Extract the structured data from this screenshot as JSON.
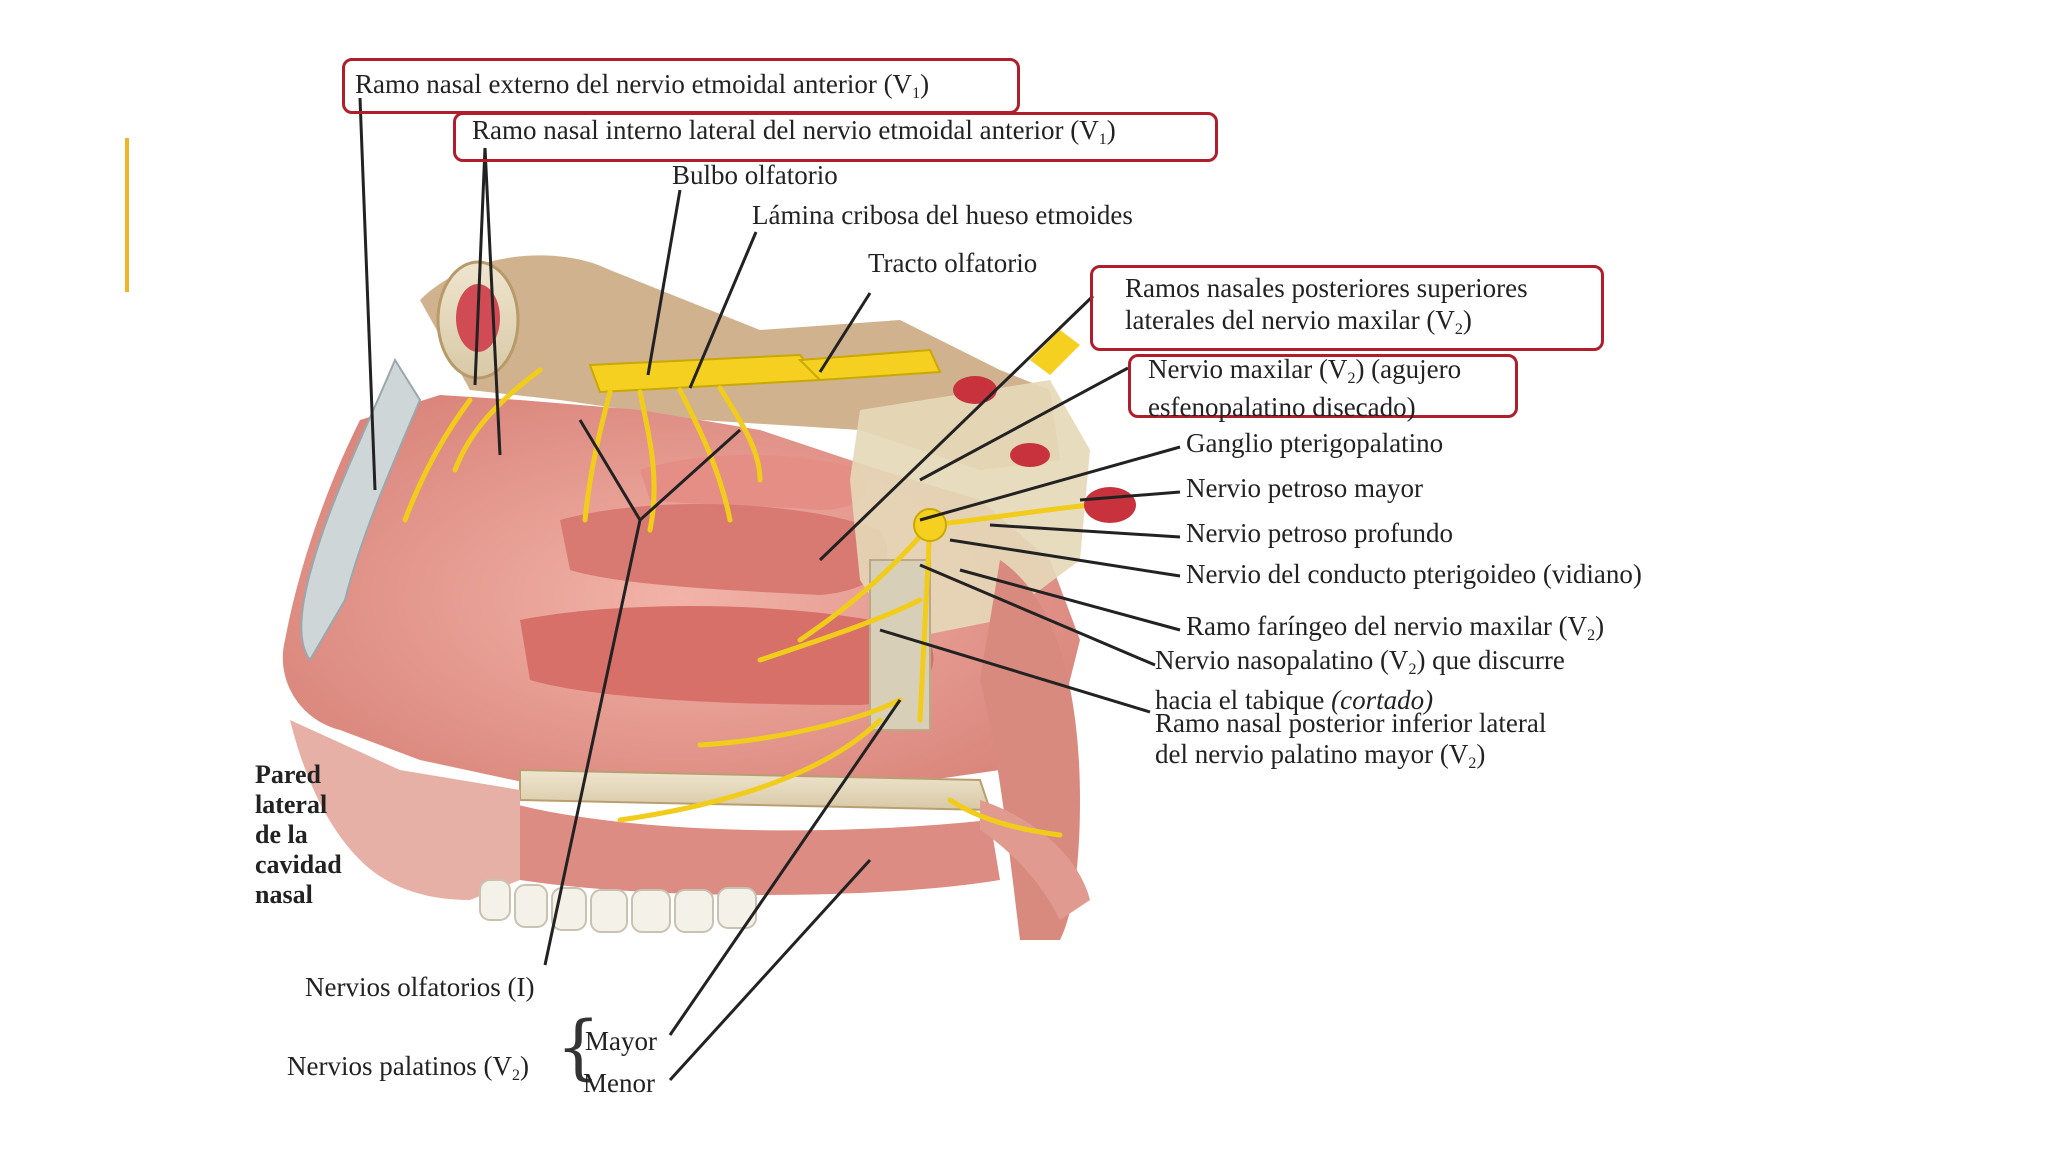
{
  "labels": {
    "ext_ethmoid": "Ramo nasal externo del nervio etmoidal anterior (V",
    "ext_ethmoid_sub": "1",
    "int_ethmoid": "Ramo nasal interno lateral del nervio etmoidal anterior (V",
    "int_ethmoid_sub": "1",
    "bulbo": "Bulbo olfatorio",
    "lamina": "Lámina cribosa del hueso etmoides",
    "tracto": "Tracto olfatorio",
    "post_sup_1": "Ramos nasales posteriores superiores",
    "post_sup_2": "laterales del nervio maxilar (V",
    "post_sup_sub": "2",
    "maxilar_1": "Nervio maxilar (V",
    "maxilar_sub": "2",
    "maxilar_1b": ") (agujero",
    "maxilar_2": "esfenopalatino disecado)",
    "ganglio": "Ganglio pterigopalatino",
    "petroso_mayor": "Nervio petroso mayor",
    "petroso_profundo": "Nervio petroso profundo",
    "vidiano": "Nervio del conducto pterigoideo (vidiano)",
    "faringeo": "Ramo faríngeo del nervio maxilar (V",
    "faringeo_sub": "2",
    "nasopalatino_1": "Nervio nasopalatino (V",
    "nasopalatino_sub": "2",
    "nasopalatino_1b": ") que discurre",
    "nasopalatino_2a": "hacia el tabique ",
    "nasopalatino_2b": "(cortado)",
    "post_inf_1": "Ramo nasal posterior inferior lateral",
    "post_inf_2": "del nervio palatino mayor (V",
    "post_inf_sub": "2",
    "side_title_1": "Pared",
    "side_title_2": "lateral",
    "side_title_3": "de la",
    "side_title_4": "cavidad",
    "side_title_5": "nasal",
    "olfatorios": "Nervios olfatorios (I)",
    "palatinos": "Nervios palatinos (V",
    "palatinos_sub": "2",
    "mayor": "Mayor",
    "menor": "Menor"
  },
  "colors": {
    "highlight_box": "#b01e2b",
    "accent_bar": "#f0b429",
    "nerve": "#f5d020",
    "mucosa": "#e9a39a",
    "bone": "#e8dcc0"
  }
}
